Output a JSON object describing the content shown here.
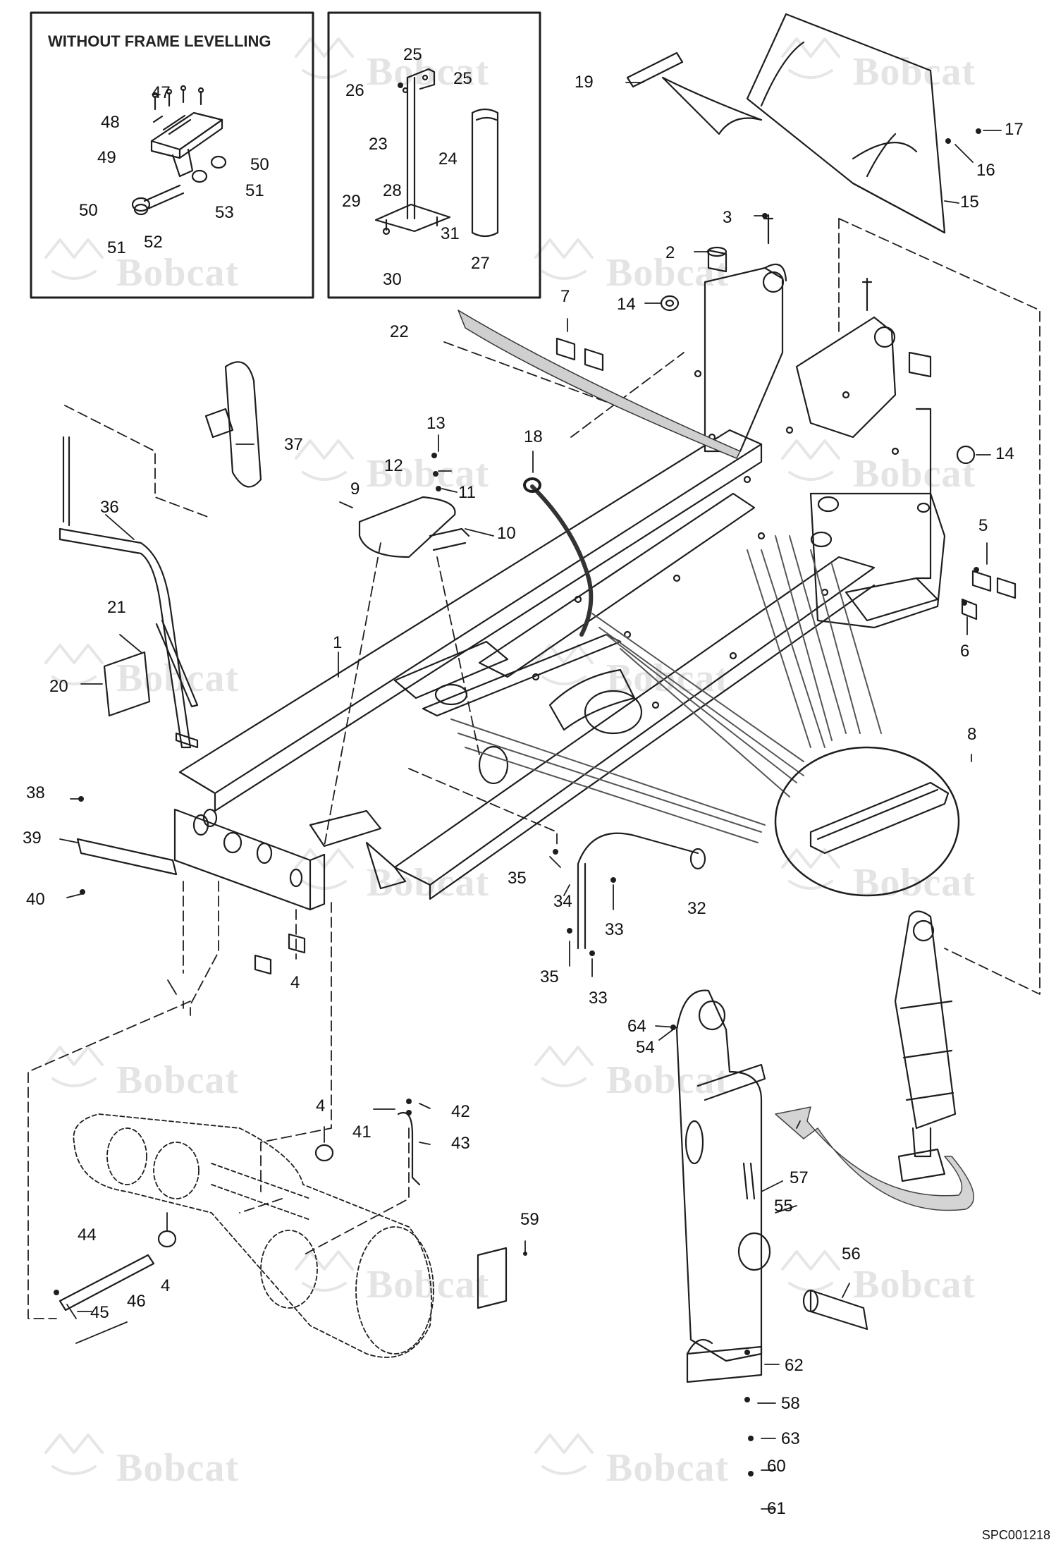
{
  "insets": {
    "left_title": "WITHOUT FRAME LEVELLING",
    "right_label": "22"
  },
  "drawing_code": "SPC001218",
  "watermark": "Bobcat",
  "colors": {
    "line": "#1e1e1e",
    "watermark": "#e4e4e4",
    "hatch": "#555555"
  },
  "callouts": [
    {
      "id": "c1",
      "text": "1"
    },
    {
      "id": "c2",
      "text": "2"
    },
    {
      "id": "c3",
      "text": "3"
    },
    {
      "id": "c4a",
      "text": "4"
    },
    {
      "id": "c4b",
      "text": "4"
    },
    {
      "id": "c4c",
      "text": "4"
    },
    {
      "id": "c5",
      "text": "5"
    },
    {
      "id": "c6",
      "text": "6"
    },
    {
      "id": "c7",
      "text": "7"
    },
    {
      "id": "c8",
      "text": "8"
    },
    {
      "id": "c9",
      "text": "9"
    },
    {
      "id": "c10",
      "text": "10"
    },
    {
      "id": "c11",
      "text": "11"
    },
    {
      "id": "c12",
      "text": "12"
    },
    {
      "id": "c13",
      "text": "13"
    },
    {
      "id": "c14a",
      "text": "14"
    },
    {
      "id": "c14b",
      "text": "14"
    },
    {
      "id": "c15",
      "text": "15"
    },
    {
      "id": "c16",
      "text": "16"
    },
    {
      "id": "c17",
      "text": "17"
    },
    {
      "id": "c18",
      "text": "18"
    },
    {
      "id": "c19",
      "text": "19"
    },
    {
      "id": "c20",
      "text": "20"
    },
    {
      "id": "c21",
      "text": "21"
    },
    {
      "id": "c23",
      "text": "23"
    },
    {
      "id": "c24",
      "text": "24"
    },
    {
      "id": "c25a",
      "text": "25"
    },
    {
      "id": "c25b",
      "text": "25"
    },
    {
      "id": "c26",
      "text": "26"
    },
    {
      "id": "c27",
      "text": "27"
    },
    {
      "id": "c28",
      "text": "28"
    },
    {
      "id": "c29",
      "text": "29"
    },
    {
      "id": "c30",
      "text": "30"
    },
    {
      "id": "c31",
      "text": "31"
    },
    {
      "id": "c32",
      "text": "32"
    },
    {
      "id": "c33a",
      "text": "33"
    },
    {
      "id": "c33b",
      "text": "33"
    },
    {
      "id": "c34",
      "text": "34"
    },
    {
      "id": "c35a",
      "text": "35"
    },
    {
      "id": "c35b",
      "text": "35"
    },
    {
      "id": "c36",
      "text": "36"
    },
    {
      "id": "c37",
      "text": "37"
    },
    {
      "id": "c38",
      "text": "38"
    },
    {
      "id": "c39",
      "text": "39"
    },
    {
      "id": "c40",
      "text": "40"
    },
    {
      "id": "c41",
      "text": "41"
    },
    {
      "id": "c42",
      "text": "42"
    },
    {
      "id": "c43",
      "text": "43"
    },
    {
      "id": "c44",
      "text": "44"
    },
    {
      "id": "c45",
      "text": "45"
    },
    {
      "id": "c46",
      "text": "46"
    },
    {
      "id": "c47",
      "text": "47"
    },
    {
      "id": "c48",
      "text": "48"
    },
    {
      "id": "c49",
      "text": "49"
    },
    {
      "id": "c50a",
      "text": "50"
    },
    {
      "id": "c50b",
      "text": "50"
    },
    {
      "id": "c51a",
      "text": "51"
    },
    {
      "id": "c51b",
      "text": "51"
    },
    {
      "id": "c52",
      "text": "52"
    },
    {
      "id": "c53",
      "text": "53"
    },
    {
      "id": "c54",
      "text": "54"
    },
    {
      "id": "c55",
      "text": "55"
    },
    {
      "id": "c56",
      "text": "56"
    },
    {
      "id": "c57",
      "text": "57"
    },
    {
      "id": "c58",
      "text": "58"
    },
    {
      "id": "c59",
      "text": "59"
    },
    {
      "id": "c60",
      "text": "60"
    },
    {
      "id": "c61",
      "text": "61"
    },
    {
      "id": "c62",
      "text": "62"
    },
    {
      "id": "c63",
      "text": "63"
    },
    {
      "id": "c64",
      "text": "64"
    }
  ]
}
